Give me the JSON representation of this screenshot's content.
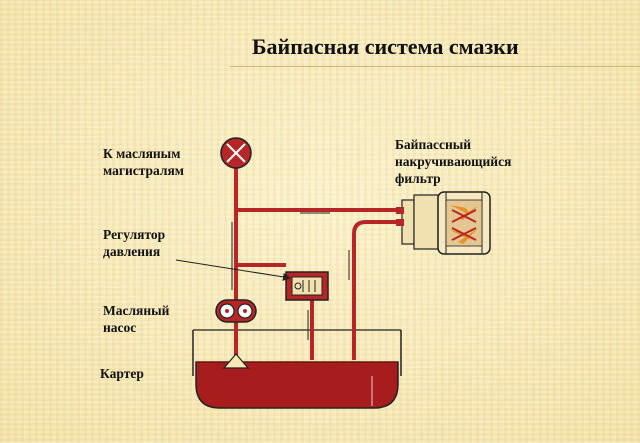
{
  "title": "Байпасная система смазки",
  "labels": {
    "main_lines": [
      "К масляным",
      "магистралям"
    ],
    "bypass_filter": [
      "Байпассный",
      "накручивающийся",
      "фильтр"
    ],
    "pressure_regulator": [
      "Регулятор",
      "давления"
    ],
    "oil_pump": [
      "Масляный",
      "насос"
    ],
    "sump": [
      "Картер"
    ]
  },
  "colors": {
    "pipe": "#b72626",
    "oil": "#a71c1c",
    "outline": "#222222",
    "filter_arrow": "#e8902a"
  }
}
